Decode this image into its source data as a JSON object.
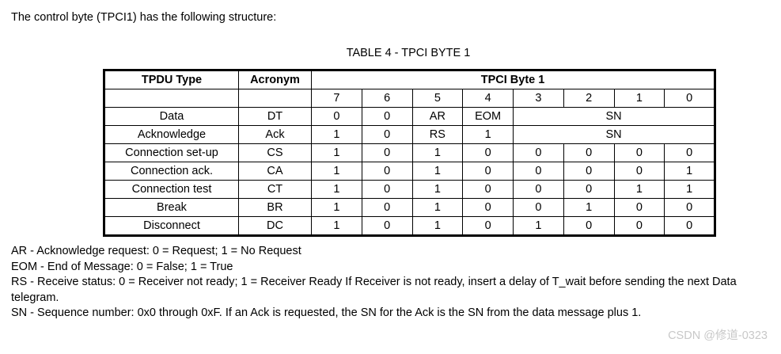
{
  "intro": "The control byte (TPCI1) has the following structure:",
  "table": {
    "title": "TABLE 4 - TPCI BYTE 1",
    "headers": {
      "tpdu_type": "TPDU Type",
      "acronym": "Acronym",
      "tpci_byte": "TPCI Byte 1"
    },
    "bit_labels": [
      "7",
      "6",
      "5",
      "4",
      "3",
      "2",
      "1",
      "0"
    ],
    "rows": [
      {
        "type": "Data",
        "acronym": "DT",
        "bits": [
          "0",
          "0",
          "AR",
          "EOM"
        ],
        "merged": "SN"
      },
      {
        "type": "Acknowledge",
        "acronym": "Ack",
        "bits": [
          "1",
          "0",
          "RS",
          "1"
        ],
        "merged": "SN"
      },
      {
        "type": "Connection set-up",
        "acronym": "CS",
        "bits": [
          "1",
          "0",
          "1",
          "0",
          "0",
          "0",
          "0",
          "0"
        ],
        "merged": null
      },
      {
        "type": "Connection ack.",
        "acronym": "CA",
        "bits": [
          "1",
          "0",
          "1",
          "0",
          "0",
          "0",
          "0",
          "1"
        ],
        "merged": null
      },
      {
        "type": "Connection test",
        "acronym": "CT",
        "bits": [
          "1",
          "0",
          "1",
          "0",
          "0",
          "0",
          "1",
          "1"
        ],
        "merged": null
      },
      {
        "type": "Break",
        "acronym": "BR",
        "bits": [
          "1",
          "0",
          "1",
          "0",
          "0",
          "1",
          "0",
          "0"
        ],
        "merged": null
      },
      {
        "type": "Disconnect",
        "acronym": "DC",
        "bits": [
          "1",
          "0",
          "1",
          "0",
          "1",
          "0",
          "0",
          "0"
        ],
        "merged": null
      }
    ]
  },
  "footnotes": [
    "AR - Acknowledge request: 0 = Request; 1 = No Request",
    "EOM - End of Message: 0 = False; 1 = True",
    "RS - Receive status: 0 = Receiver not ready; 1 = Receiver Ready If Receiver is not ready, insert a delay of T_wait before sending the next Data telegram.",
    "SN - Sequence number: 0x0 through 0xF. If an Ack is requested, the SN for the Ack is the SN from the data message plus 1."
  ],
  "watermark": "CSDN @修道-0323"
}
